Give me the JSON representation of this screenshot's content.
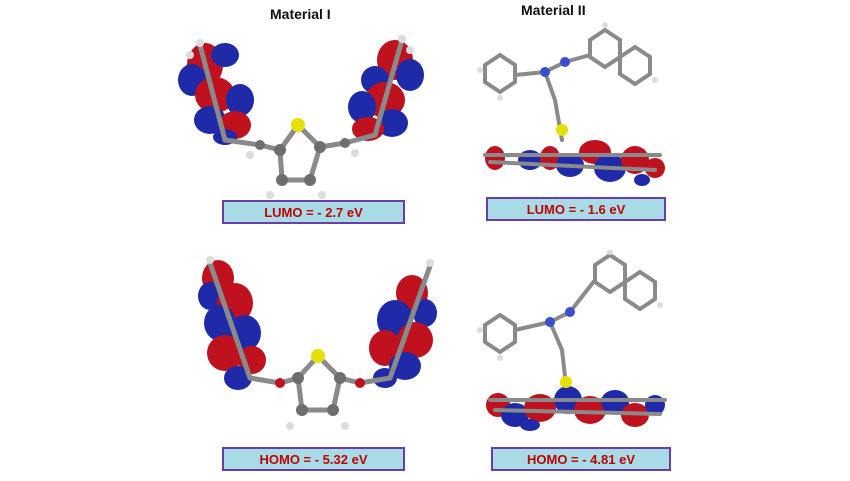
{
  "titles": {
    "material_1": "Material I",
    "material_2": "Material II"
  },
  "labels": {
    "m1_lumo": "LUMO = - 2.7 eV",
    "m2_lumo": "LUMO = - 1.6 eV",
    "m1_homo": "HOMO = - 5.32 eV",
    "m2_homo": "HOMO = - 4.81 eV"
  },
  "colors": {
    "box_fill": "#a9dbe6",
    "box_border": "#6a3ea8",
    "label_text": "#c00000",
    "orbital_positive": "#c0121e",
    "orbital_negative": "#1f2aa8",
    "carbon_atom": "#7a7a7a",
    "sulfur_atom": "#e6e000",
    "nitrogen_atom": "#3a4fd0",
    "hydrogen_atom": "#e8e8e8"
  }
}
